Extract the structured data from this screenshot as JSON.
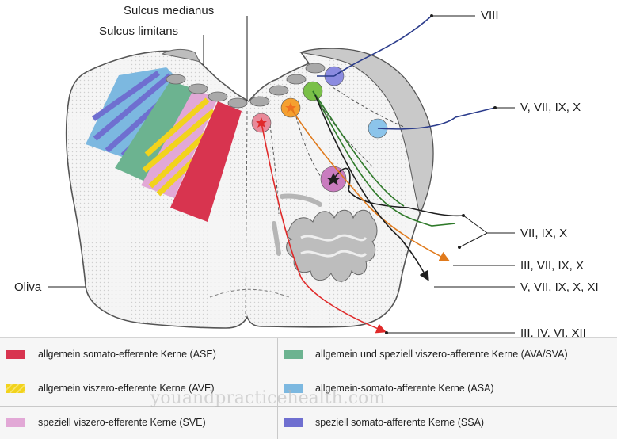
{
  "labels": {
    "sulcus_medianus": "Sulcus medianus",
    "sulcus_limitans": "Sulcus limitans",
    "oliva": "Oliva"
  },
  "nerves": [
    {
      "id": "viii",
      "text": "VIII"
    },
    {
      "id": "v-vii-ix-x",
      "text": "V, VII, IX, X"
    },
    {
      "id": "vii-ix-x",
      "text": "VII, IX, X"
    },
    {
      "id": "iii-vii-ix-x",
      "text": "III, VII, IX, X"
    },
    {
      "id": "v-vii-ix-x-xi",
      "text": "V, VII, IX, X, XI"
    },
    {
      "id": "iii-iv-vi-xii",
      "text": "III, IV, VI, XII"
    }
  ],
  "legend": [
    {
      "id": "ase",
      "text": "allgemein somato-efferente Kerne (ASE)",
      "color": "#d8344f"
    },
    {
      "id": "ave",
      "text": "allgemein viszero-efferente Kerne (AVE)",
      "color": "#f2d31c"
    },
    {
      "id": "sve",
      "text": "speziell viszero-efferente Kerne (SVE)",
      "color": "#e2a8d6"
    },
    {
      "id": "ava-sva",
      "text": "allgemein und speziell viszero-afferente Kerne (AVA/SVA)",
      "color": "#6cb390"
    },
    {
      "id": "asa",
      "text": "allgemein-somato-afferente Kerne (ASA)",
      "color": "#7cb8e0"
    },
    {
      "id": "ssa",
      "text": "speziell somato-afferente Kerne (SSA)",
      "color": "#6f6fd0"
    }
  ],
  "watermark": "youandpracticehealth.com",
  "colors": {
    "outline": "#555555",
    "tissue": "#f3f3f3",
    "arrow": "#1e1e1e"
  }
}
